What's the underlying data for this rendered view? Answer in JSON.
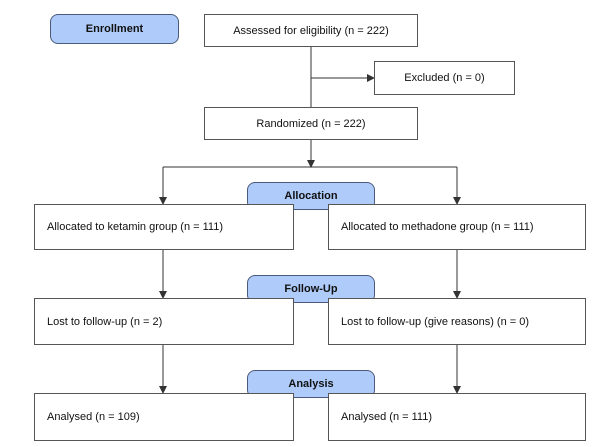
{
  "stages": {
    "enrollment": "Enrollment",
    "allocation": "Allocation",
    "follow_up": "Follow-Up",
    "analysis": "Analysis"
  },
  "boxes": {
    "assessed": "Assessed for eligibility (n = 222)",
    "excluded": "Excluded (n = 0)",
    "randomized": "Randomized (n = 222)",
    "allocated_left": "Allocated to ketamin group (n = 111)",
    "allocated_right": "Allocated to methadone group (n = 111)",
    "lost_left": "Lost to follow-up (n = 2)",
    "lost_right": "Lost to follow-up (give reasons) (n = 0)",
    "analysed_left": "Analysed (n = 109)",
    "analysed_right": "Analysed (n = 111)"
  },
  "colors": {
    "stage_fill": "#aecbfa",
    "line": "#333333"
  }
}
